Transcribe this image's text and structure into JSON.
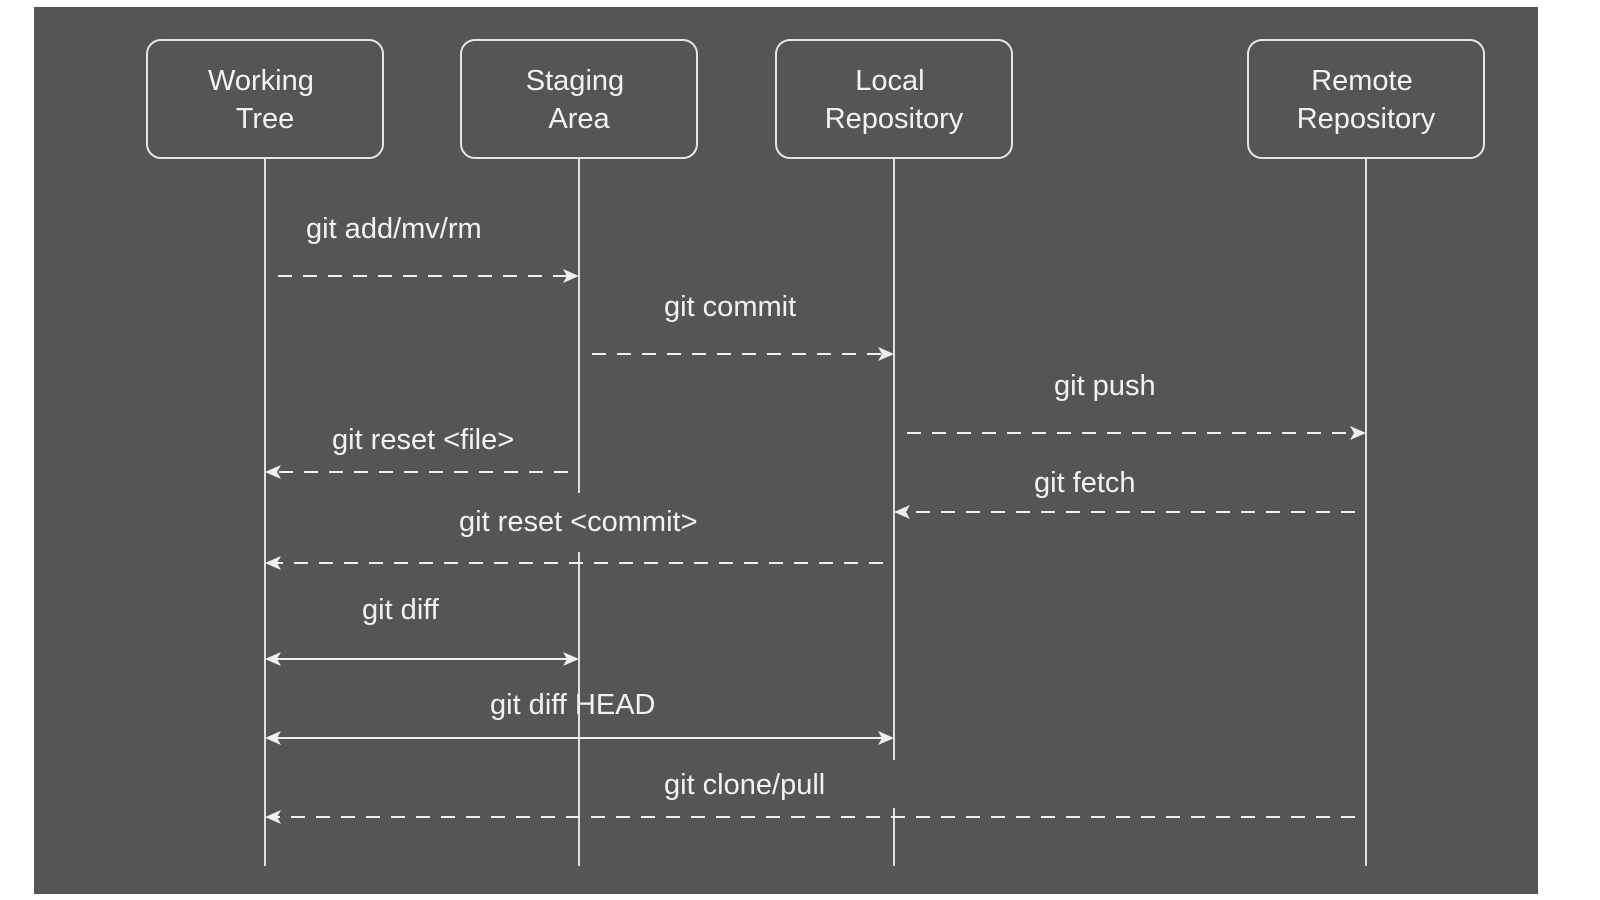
{
  "diagram": {
    "background_color": "#555555",
    "stroke_color": "#f0f0f0",
    "lifelines": [
      {
        "id": "wt",
        "lines": [
          "Working",
          "Tree"
        ]
      },
      {
        "id": "sa",
        "lines": [
          "Staging",
          "Area"
        ]
      },
      {
        "id": "lr",
        "lines": [
          "Local",
          "Repository"
        ]
      },
      {
        "id": "rr",
        "lines": [
          "Remote",
          "Repository"
        ]
      }
    ],
    "messages": [
      {
        "label": "git add/mv/rm",
        "from": "wt",
        "to": "sa",
        "style": "dashed",
        "heads": "end"
      },
      {
        "label": "git commit",
        "from": "sa",
        "to": "lr",
        "style": "dashed",
        "heads": "end"
      },
      {
        "label": "git push",
        "from": "lr",
        "to": "rr",
        "style": "dashed",
        "heads": "end"
      },
      {
        "label": "git reset <file>",
        "from": "sa",
        "to": "wt",
        "style": "dashed",
        "heads": "end"
      },
      {
        "label": "git fetch",
        "from": "rr",
        "to": "lr",
        "style": "dashed",
        "heads": "end"
      },
      {
        "label": "git reset <commit>",
        "from": "lr",
        "to": "wt",
        "style": "dashed",
        "heads": "end"
      },
      {
        "label": "git diff",
        "from": "wt",
        "to": "sa",
        "style": "solid",
        "heads": "both"
      },
      {
        "label": "git diff HEAD",
        "from": "wt",
        "to": "lr",
        "style": "solid",
        "heads": "both"
      },
      {
        "label": "git clone/pull",
        "from": "rr",
        "to": "wt",
        "style": "dashed",
        "heads": "end"
      }
    ]
  }
}
